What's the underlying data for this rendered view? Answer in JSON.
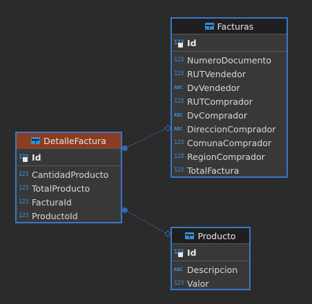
{
  "entities": {
    "facturas": {
      "title": "Facturas",
      "pk": {
        "type": "123",
        "name": "Id"
      },
      "columns": [
        {
          "type": "123",
          "name": "NumeroDocumento"
        },
        {
          "type": "123",
          "name": "RUTVendedor"
        },
        {
          "type": "ABC",
          "name": "DvVendedor"
        },
        {
          "type": "123",
          "name": "RUTComprador"
        },
        {
          "type": "ABC",
          "name": "DvComprador"
        },
        {
          "type": "ABC",
          "name": "DireccionComprador"
        },
        {
          "type": "123",
          "name": "ComunaComprador"
        },
        {
          "type": "123",
          "name": "RegionComprador"
        },
        {
          "type": "123",
          "name": "TotalFactura"
        }
      ]
    },
    "detalle": {
      "title": "DetalleFactura",
      "pk": {
        "type": "123",
        "name": "Id"
      },
      "columns": [
        {
          "type": "123",
          "name": "CantidadProducto"
        },
        {
          "type": "123",
          "name": "TotalProducto"
        },
        {
          "type": "123",
          "name": "FacturaId"
        },
        {
          "type": "123",
          "name": "ProductoId"
        }
      ]
    },
    "producto": {
      "title": "Producto",
      "pk": {
        "type": "123",
        "name": "Id"
      },
      "columns": [
        {
          "type": "ABC",
          "name": "Descripcion"
        },
        {
          "type": "123",
          "name": "Valor"
        }
      ]
    }
  },
  "colors": {
    "border": "#3a78c9",
    "selected_header": "#8a3d20",
    "type_icon": "#3f8ed6",
    "link": "#2f6db3"
  }
}
